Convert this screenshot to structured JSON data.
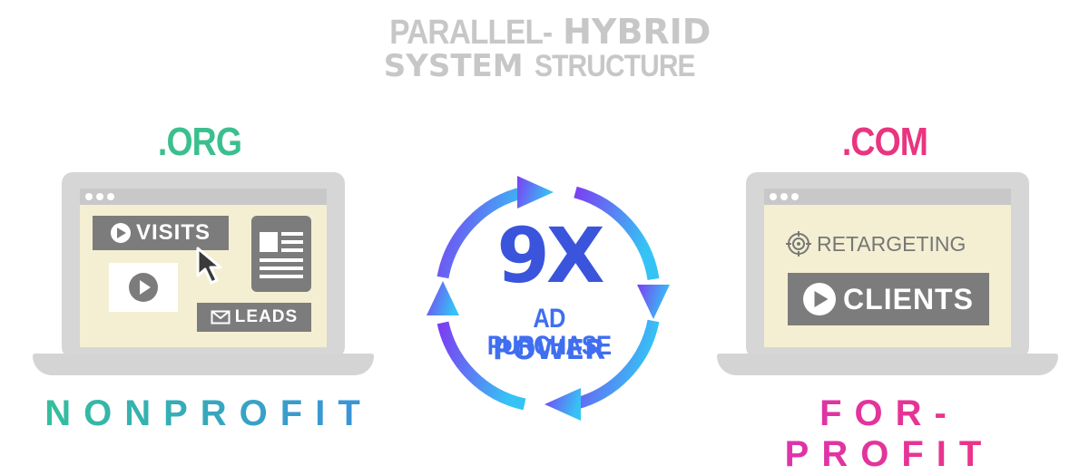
{
  "title": {
    "line1_light": "PARALLEL-",
    "line1_bold": "HYBRID",
    "line2_bold": "SYSTEM",
    "line2_light": " STRUCTURE"
  },
  "left": {
    "domain": ".ORG",
    "sector": "NONPROFIT",
    "visits_label": "VISITS",
    "leads_label": "LEADS"
  },
  "right": {
    "domain": ".COM",
    "sector": "FOR-PROFIT",
    "retargeting_label": "RETARGETING",
    "clients_label": "CLIENTS"
  },
  "center": {
    "multiplier": "9X",
    "line1": "AD PURCHASE",
    "line2": "POWER"
  },
  "colors": {
    "org": "#3bbf8e",
    "com": "#e9357f",
    "cycle_start": "#7b3ff2",
    "cycle_end": "#35c3f5",
    "gray": "#7c7c7c"
  },
  "icons": [
    "play-icon",
    "cursor-icon",
    "article-icon",
    "mail-icon",
    "target-icon",
    "cycle-arrows-icon"
  ]
}
